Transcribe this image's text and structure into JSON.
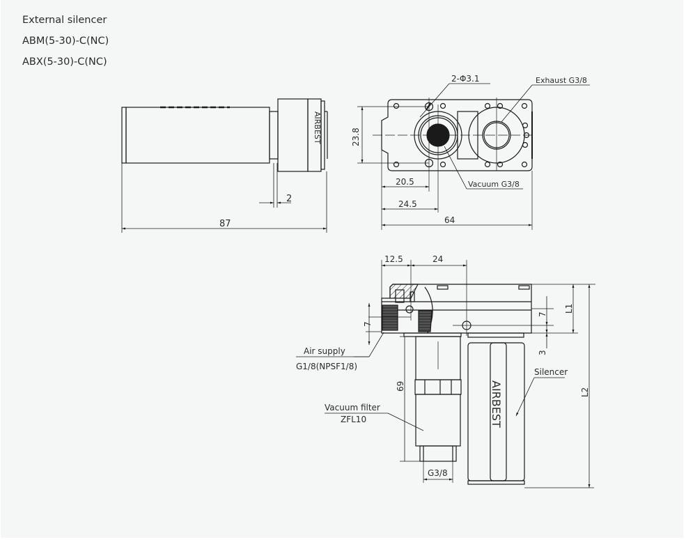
{
  "header": {
    "title": "External silencer",
    "models": [
      "ABM(5-30)-C(NC)",
      "ABX(5-30)-C(NC)"
    ]
  },
  "side_view": {
    "brand": "AIRBEST",
    "dim_total_length": "87",
    "dim_gap": "2"
  },
  "front_view": {
    "hole_label": "2-Φ3.1",
    "exhaust_label": "Exhaust G3/8",
    "vacuum_label": "Vacuum G3/8",
    "dim_height": "23.8",
    "dim_hole_offset": "20.5",
    "dim_vacuum_offset": "24.5",
    "dim_width": "64"
  },
  "section_view": {
    "dim_left": "12.5",
    "dim_center": "24",
    "dim_port_height_left": "7",
    "dim_port_height_right": "7",
    "dim_bottom_gap": "3",
    "dim_l1": "L1",
    "dim_l2": "L2",
    "dim_filter_length": "69",
    "air_supply_label": "Air supply",
    "air_supply_thread": "G1/8(NPSF1/8)",
    "vacuum_filter_label": "Vacuum filter",
    "vacuum_filter_model": "ZFL10",
    "filter_thread": "G3/8",
    "silencer_label": "Silencer",
    "brand": "AIRBEST"
  }
}
